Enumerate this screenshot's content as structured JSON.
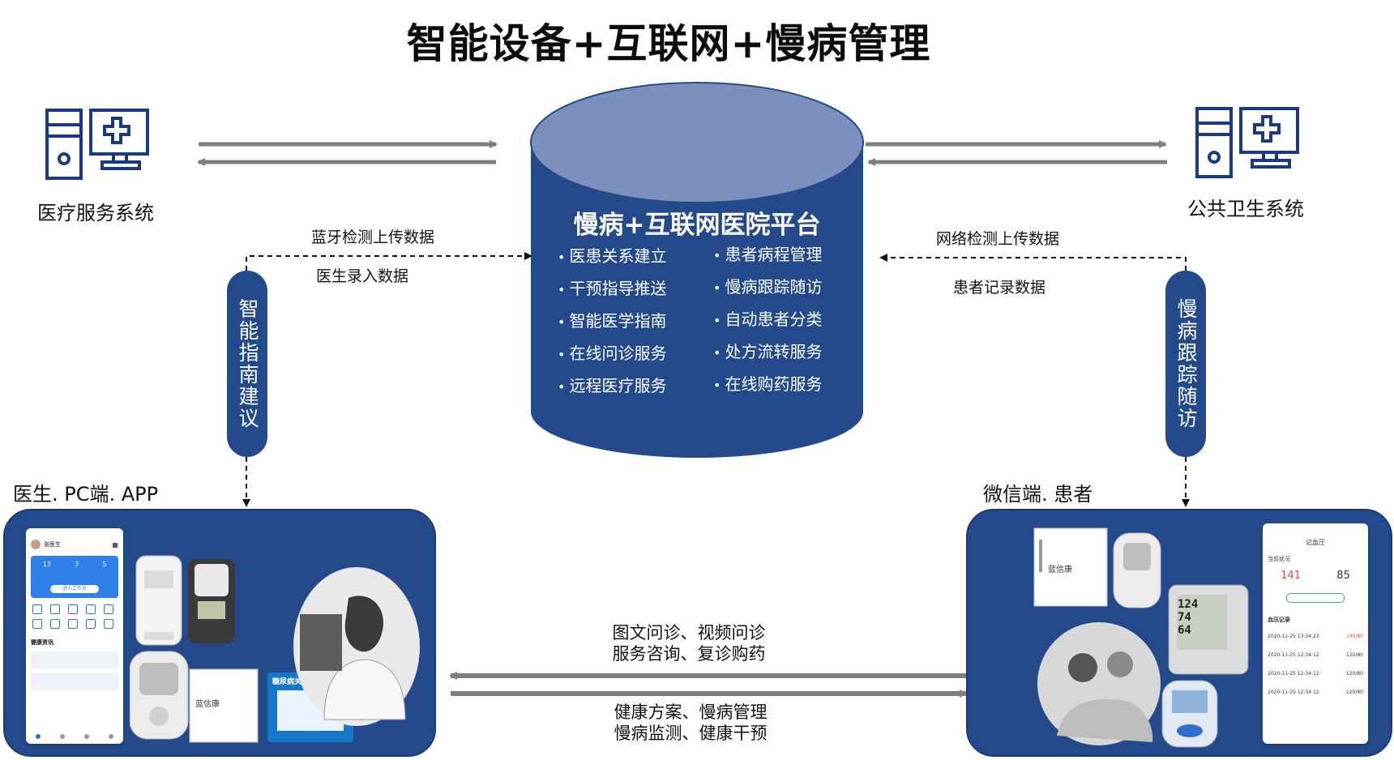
{
  "title": "智能设备+互联网+慢病管理",
  "left_system": {
    "label": "医疗服务系统",
    "icon": "computer-plus-icon"
  },
  "right_system": {
    "label": "公共卫生系统",
    "icon": "computer-plus-icon"
  },
  "platform": {
    "title": "慢病+互联网医院平台",
    "features_left": [
      "医患关系建立",
      "干预指导推送",
      "智能医学指南",
      "在线问诊服务",
      "远程医疗服务"
    ],
    "features_right": [
      "患者病程管理",
      "慢病跟踪随访",
      "自动患者分类",
      "处方流转服务",
      "在线购药服务"
    ]
  },
  "left_flow": {
    "top": "蓝牙检测上传数据",
    "bottom": "医生录入数据"
  },
  "right_flow": {
    "top": "网络检测上传数据",
    "bottom": "患者记录数据"
  },
  "left_pill": "智能指南建议",
  "right_pill": "慢病跟踪随访",
  "left_panel": {
    "label": "医生. PC端. APP",
    "app": {
      "doctor_name": "张医生",
      "stats": [
        "13",
        "3",
        "5"
      ],
      "button": "进入工作台",
      "section": "健康资讯"
    },
    "device_brand": "蓝信康",
    "kiosk_title": "糖尿病关爱中心"
  },
  "right_panel": {
    "label": "微信端. 患者",
    "app": {
      "header": "记血压",
      "status": "当前状况",
      "sys_value": "141",
      "dia_value": "85",
      "record_title": "血压记录",
      "rows": [
        {
          "date": "2020-11-25 13:34:23",
          "value": "140/80"
        },
        {
          "date": "2020-11-25 12:34:12",
          "value": "120/80"
        },
        {
          "date": "2020-11-25 12:34:12",
          "value": "120/80"
        },
        {
          "date": "2020-11-25 12:34:12",
          "value": "120/80"
        }
      ]
    },
    "bp_display": [
      "124",
      "74",
      "64"
    ]
  },
  "middle_flow": {
    "top_line1": "图文问诊、视频问诊",
    "top_line2": "服务咨询、复诊购药",
    "bottom_line1": "健康方案、慢病管理",
    "bottom_line2": "慢病监测、健康干预"
  },
  "colors": {
    "primary": "#244a8c",
    "cylinder_top": "#7b90bd",
    "arrow": "#7f7f7f"
  }
}
